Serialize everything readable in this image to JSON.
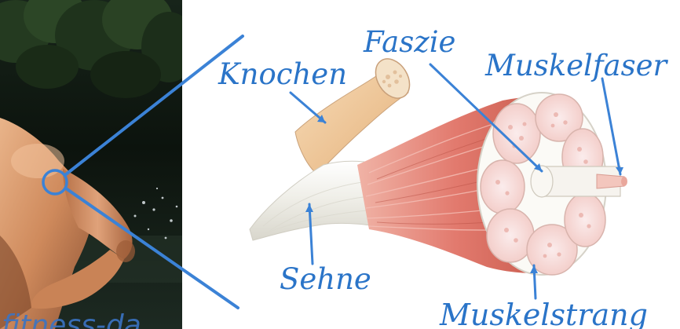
{
  "labels": {
    "knochen": "Knochen",
    "faszie": "Faszie",
    "muskelfaser": "Muskelfaser",
    "sehne": "Sehne",
    "muskelstrang": "Muskelstrang"
  },
  "watermark": "fitness-da",
  "colors": {
    "label": "#2a74c8",
    "pointer": "#3b82d6",
    "muscle": "#e27a6e",
    "bone": "#f0c9a0",
    "tendon": "#f4f3ee",
    "photo_background": "#0f1a12"
  },
  "icons": {
    "photo": "athlete-arm-photo",
    "diagram": "muscle-anatomy-illustration"
  }
}
